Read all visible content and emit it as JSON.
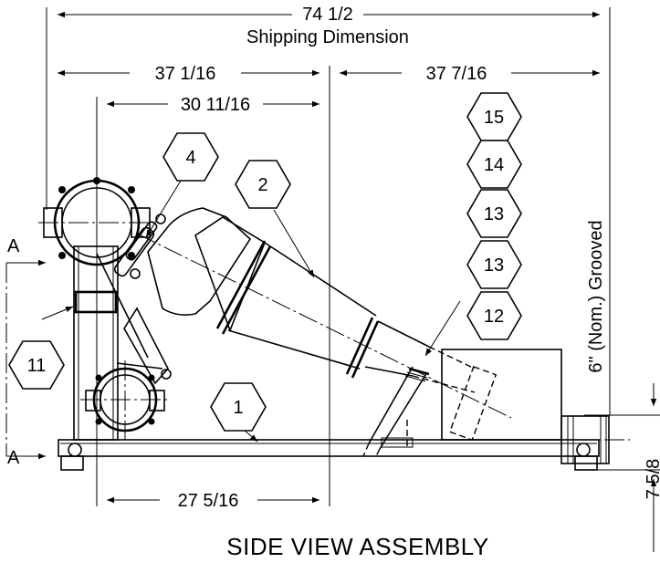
{
  "title": "SIDE VIEW ASSEMBLY",
  "dimensions": {
    "overall": "74 1/2",
    "overall_note": "Shipping Dimension",
    "left_half": "37 1/16",
    "right_half": "37 7/16",
    "inner": "30 11/16",
    "bottom": "27 5/16",
    "outlet_height": "7 5/8",
    "outlet_note": "6\" (Nom.) Grooved"
  },
  "section_labels": {
    "top": "A",
    "bottom": "A"
  },
  "balloons": [
    {
      "id": "balloon-15",
      "label": "15"
    },
    {
      "id": "balloon-14",
      "label": "14"
    },
    {
      "id": "balloon-13a",
      "label": "13"
    },
    {
      "id": "balloon-13b",
      "label": "13"
    },
    {
      "id": "balloon-12",
      "label": "12"
    },
    {
      "id": "balloon-4",
      "label": "4"
    },
    {
      "id": "balloon-2",
      "label": "2"
    },
    {
      "id": "balloon-11",
      "label": "11"
    },
    {
      "id": "balloon-1",
      "label": "1"
    }
  ]
}
